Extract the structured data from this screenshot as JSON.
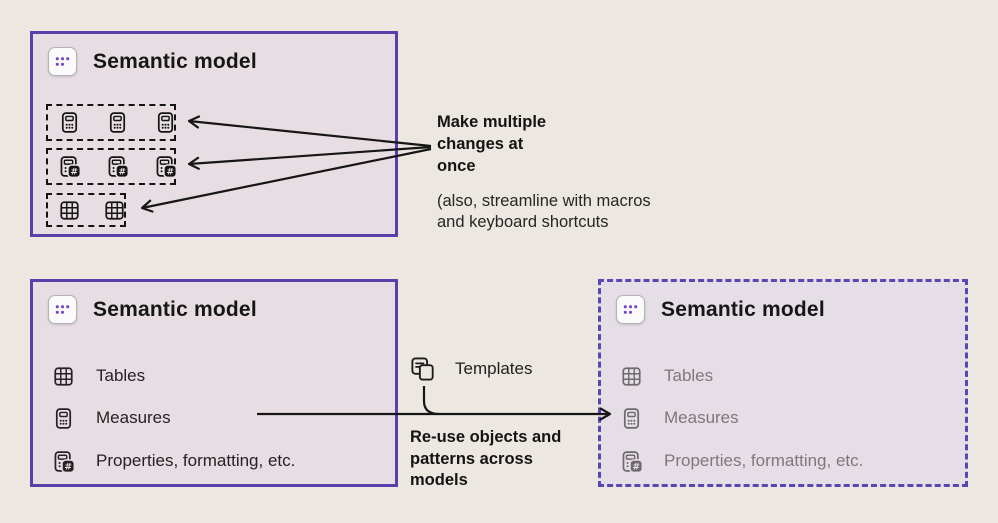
{
  "colors": {
    "page_bg": "#ece8e1",
    "panel_bg": "#e7dee3",
    "panel_bg_target": "#e6dee6",
    "border_solid": "#5b3fa8",
    "border_dashed": "#5a45b4",
    "arrow": "#161616",
    "text": "#1b1b1b",
    "text_muted": "#7e787d",
    "icon_muted": "#6f6a6f",
    "model_icon_dots": "#7546c9"
  },
  "top_panel": {
    "title": "Semantic model",
    "icon": "semantic-model-icon",
    "groups": [
      {
        "name": "measures-group",
        "icon": "measure-calculator-icon",
        "count": 3
      },
      {
        "name": "properties-group",
        "icon": "calculator-hash-icon",
        "count": 3
      },
      {
        "name": "tables-group",
        "icon": "table-grid-icon",
        "count": 2
      }
    ]
  },
  "top_annotation": {
    "bold_lines": [
      "Make multiple",
      "changes at",
      "once"
    ],
    "note_lines": [
      "(also, streamline with macros",
      "and keyboard shortcuts"
    ]
  },
  "source_panel": {
    "title": "Semantic model",
    "items": [
      {
        "icon": "table-grid-icon",
        "label": "Tables"
      },
      {
        "icon": "measure-calculator-icon",
        "label": "Measures"
      },
      {
        "icon": "calculator-hash-icon",
        "label": "Properties, formatting, etc."
      }
    ]
  },
  "target_panel": {
    "title": "Semantic model",
    "items": [
      {
        "icon": "table-grid-icon",
        "label": "Tables"
      },
      {
        "icon": "measure-calculator-icon",
        "label": "Measures"
      },
      {
        "icon": "calculator-hash-icon",
        "label": "Properties, formatting, etc."
      }
    ]
  },
  "middle": {
    "templates_label": "Templates",
    "templates_icon": "templates-copy-icon",
    "note_lines": [
      "Re-use objects and",
      "patterns across",
      "models"
    ]
  }
}
